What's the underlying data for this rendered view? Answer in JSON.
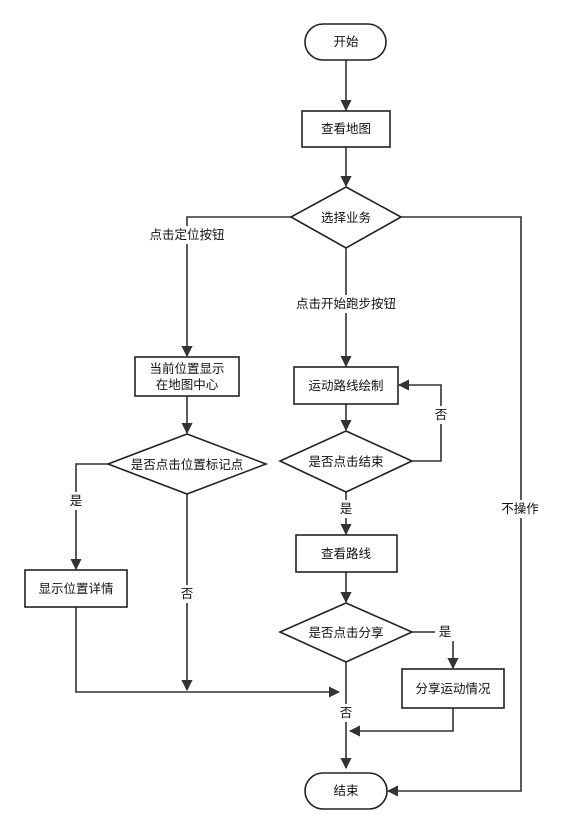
{
  "nodes": {
    "start": "开始",
    "view_map": "查看地图",
    "choose_service": "选择业务",
    "center_line1": "当前位置显示",
    "center_line2": "在地图中心",
    "click_marker": "是否点击位置标记点",
    "show_detail": "显示位置详情",
    "draw_route": "运动路线绘制",
    "click_end": "是否点击结束",
    "view_route": "查看路线",
    "click_share": "是否点击分享",
    "share": "分享运动情况",
    "end": "结束"
  },
  "edges": {
    "locate_button": "点击定位按钮",
    "start_run_button": "点击开始跑步按钮",
    "no_action": "不操作",
    "marker_yes": "是",
    "marker_no": "否",
    "end_no": "否",
    "end_yes": "是",
    "share_yes": "是",
    "share_no": "否"
  }
}
